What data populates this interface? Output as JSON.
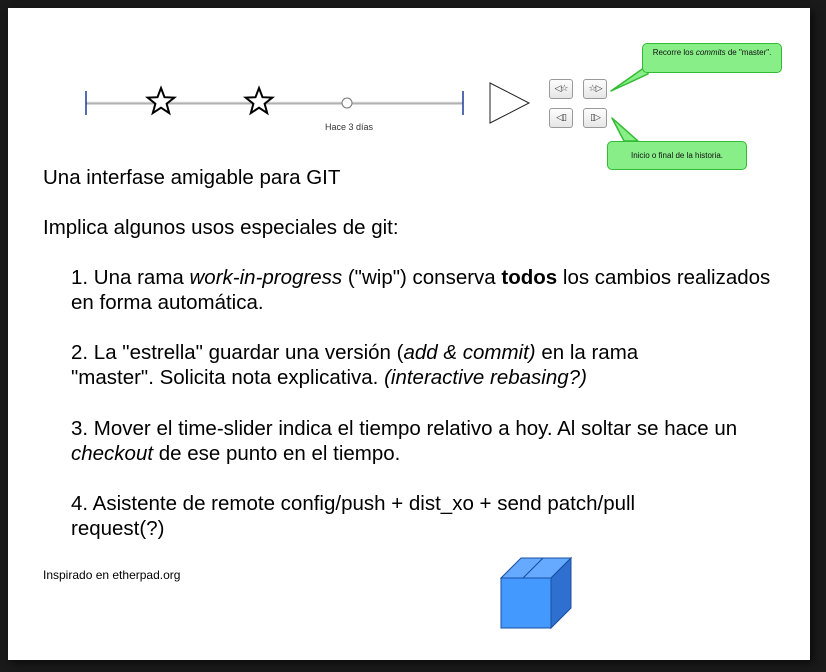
{
  "slider": {
    "label": "Hace 3 días"
  },
  "controls": {
    "prev_star": "◁☆",
    "next_star": "☆▷",
    "to_start": "◁▯",
    "to_end": "▯▷"
  },
  "callouts": {
    "top_prefix": "Recorre los ",
    "top_em": "commits",
    "top_suffix": "  de \"master\".",
    "bottom": "Inicio o final de la historia."
  },
  "heading": "Una interfase amigable para GIT",
  "intro": "Implica algunos usos especiales de git:",
  "items": {
    "i1_a": "1. Una rama ",
    "i1_em": "work-in-progress",
    "i1_b": " (\"wip\") conserva ",
    "i1_strong": "todos",
    "i1_c": " los cambios realizados en forma automática.",
    "i2_a": "2. La \"estrella\" guardar una versión (",
    "i2_em": "add & commit)",
    "i2_b": " en la rama \"master\". Solicita nota explicativa. ",
    "i2_em2": "(interactive rebasing?)",
    "i3_a": "3. Mover el time-slider indica el tiempo relativo a hoy. Al soltar se hace un ",
    "i3_em": "checkout",
    "i3_b": " de ese punto en el tiempo.",
    "i4": "4. Asistente de remote config/push + dist_xo + send patch/pull request(?)"
  },
  "footer": "Inspirado en etherpad.org",
  "colors": {
    "callout_fill": "#88ee88",
    "callout_border": "#33bb33",
    "cube_front": "#4499ff",
    "cube_side": "#2f6fd0",
    "tick": "#1a3a9a"
  },
  "icons": [
    "star-icon",
    "play-triangle-icon",
    "cube-icon"
  ]
}
